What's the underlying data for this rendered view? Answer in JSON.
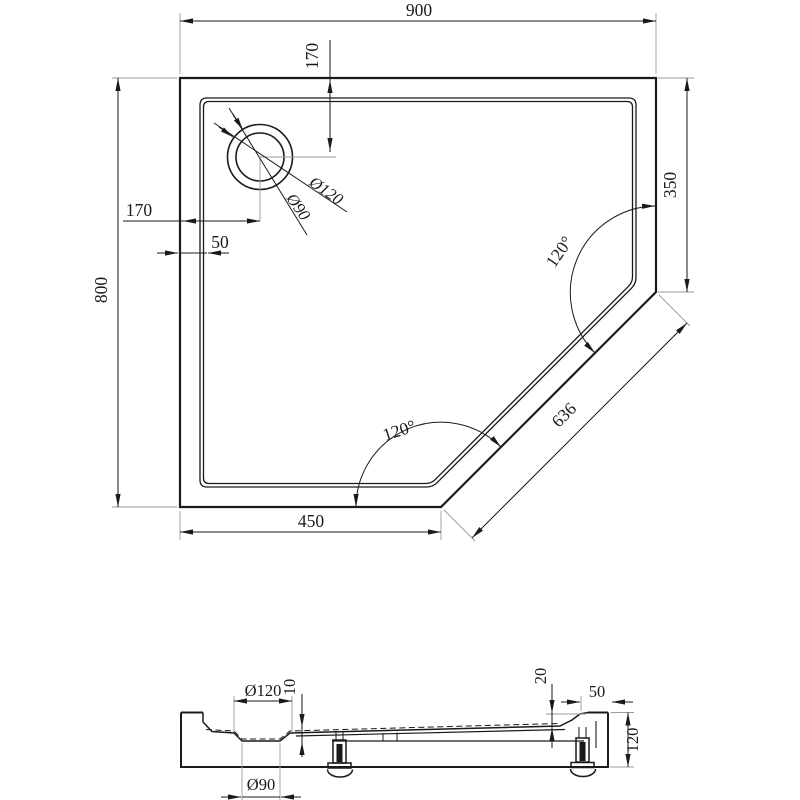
{
  "drawing": {
    "plan": {
      "width": "900",
      "side_left": "800",
      "side_right": "350",
      "bottom_edge": "450",
      "diagonal_edge": "636",
      "drain_offset_top": "170",
      "drain_offset_left": "170",
      "wall_thickness": "50",
      "corner_angle_right": "120°",
      "corner_angle_bottom": "120°",
      "drain_outer_diameter": "Ø120",
      "drain_inner_diameter": "Ø90"
    },
    "section": {
      "recess_top_diameter": "Ø120",
      "recess_bottom_diameter": "Ø90",
      "floor_step": "10",
      "rim_height": "20",
      "rim_width": "50",
      "total_height": "120"
    },
    "colors": {
      "line": "#1a1a1a",
      "aux": "#9a9a9a",
      "background": "#ffffff"
    }
  }
}
